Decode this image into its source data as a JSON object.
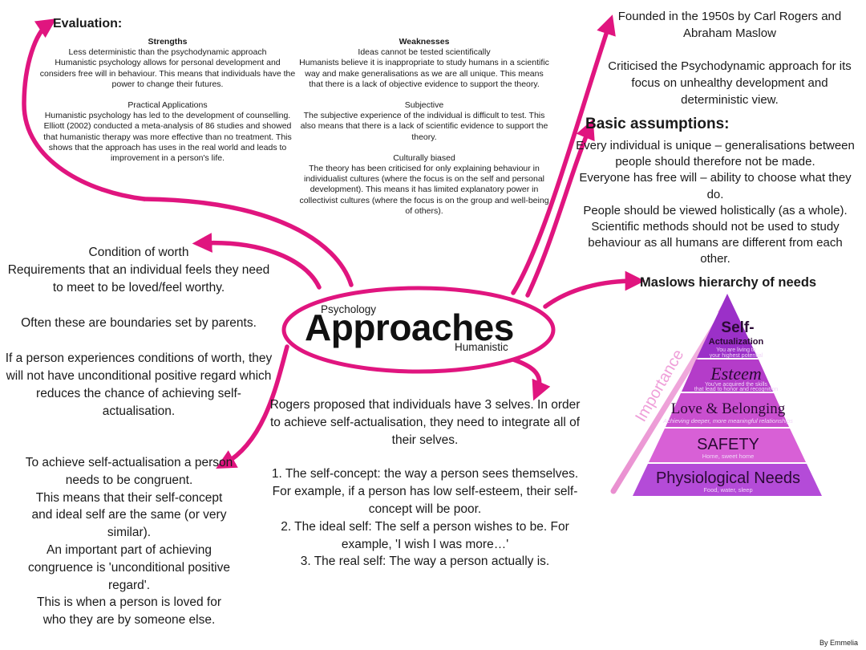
{
  "evaluation": {
    "title": "Evaluation:",
    "strengths": {
      "heading": "Strengths",
      "text": "Less deterministic than the psychodynamic approach\nHumanistic psychology allows for personal development and considers free will in behaviour. This means that individuals have the power to change their futures.",
      "practical_heading": "Practical Applications",
      "practical_text": "Humanistic psychology has led to the development of counselling. Elliott (2002) conducted a meta-analysis of 86 studies and showed that humanistic therapy was more effective than no treatment. This shows that the approach has uses in the real world and leads to improvement in  a person's life."
    },
    "weaknesses": {
      "heading": "Weaknesses",
      "text": "Ideas cannot be tested scientifically\nHumanists believe it is inappropriate to study humans in a scientific way and make generalisations as we are all unique. This means that there is a lack of objective evidence to support the theory.",
      "subjective_heading": "Subjective",
      "subjective_text": "The subjective experience of the individual is difficult to test. This also means that there is a lack of scientific evidence to support the theory.",
      "cultural_heading": "Culturally biased",
      "cultural_text": "The theory has been criticised for only explaining behaviour in individualist cultures (where the focus is on the self and personal development). This means it has limited explanatory power in collectivist cultures (where the focus is on the group and well-being of others)."
    }
  },
  "history": {
    "founded": "Founded in the 1950s by Carl Rogers and Abraham Maslow",
    "criticised": "Criticised the Psychodynamic approach for its focus on unhealthy development and deterministic view."
  },
  "assumptions": {
    "title": "Basic assumptions:",
    "text": "Every individual is unique – generalisations between people  should therefore not be made.\nEveryone has free will – ability to choose what they do.\nPeople should be viewed holistically (as a whole).\nScientific methods should not be used to study behaviour as all humans are different from each other."
  },
  "condition_of_worth": {
    "title": "Condition of worth",
    "definition": "Requirements that an individual feels they need to meet to be loved/feel worthy.",
    "parents": "Often these are boundaries set by parents.",
    "effect": "If a person experiences conditions of worth, they will not have unconditional positive regard which reduces the chance of achieving self-actualisation."
  },
  "central": {
    "subject": "Psychology",
    "title": "Approaches",
    "subtitle": "Humanistic"
  },
  "congruence": {
    "text": "To achieve self-actualisation a person needs to be congruent.\nThis means that their self-concept and ideal self are the same (or very similar).\nAn important part of achieving congruence is 'unconditional positive regard'.\nThis is when a person is loved for who they are by someone else."
  },
  "selves": {
    "intro": "Rogers proposed that individuals have 3 selves. In order to achieve self-actualisation, they need to integrate all of their selves.",
    "item1": "1. The self-concept: the way a person sees themselves. For example, if a person has low self-esteem, their self-concept will be poor.",
    "item2": "2. The ideal self: The self a person wishes to be. For example, 'I wish I was more…'",
    "item3": "3. The real self: The way a person actually is."
  },
  "maslow": {
    "title": "Maslows hierarchy of needs",
    "arrow_label": "Importance",
    "levels": [
      {
        "name": "Self-",
        "name2": "Actualization",
        "desc": "You are living to",
        "desc2": "your highest potential",
        "color": "#9b30c8"
      },
      {
        "name": "Esteem",
        "desc": "You've acquired the skills",
        "desc2": "that lead to honor and recognition",
        "color": "#b43cc9"
      },
      {
        "name": "Love & Belonging",
        "desc": "Achieving deeper, more meaningful relationships",
        "color": "#c94fcf"
      },
      {
        "name": "SAFETY",
        "desc": "Home, sweet home",
        "color": "#d860d6"
      },
      {
        "name": "Physiological Needs",
        "desc": "Food, water, sleep",
        "color": "#b44bd8"
      }
    ]
  },
  "credit": "By Emmelia",
  "colors": {
    "connector": "#e0157f",
    "ellipse_stroke": "#e0157f"
  }
}
